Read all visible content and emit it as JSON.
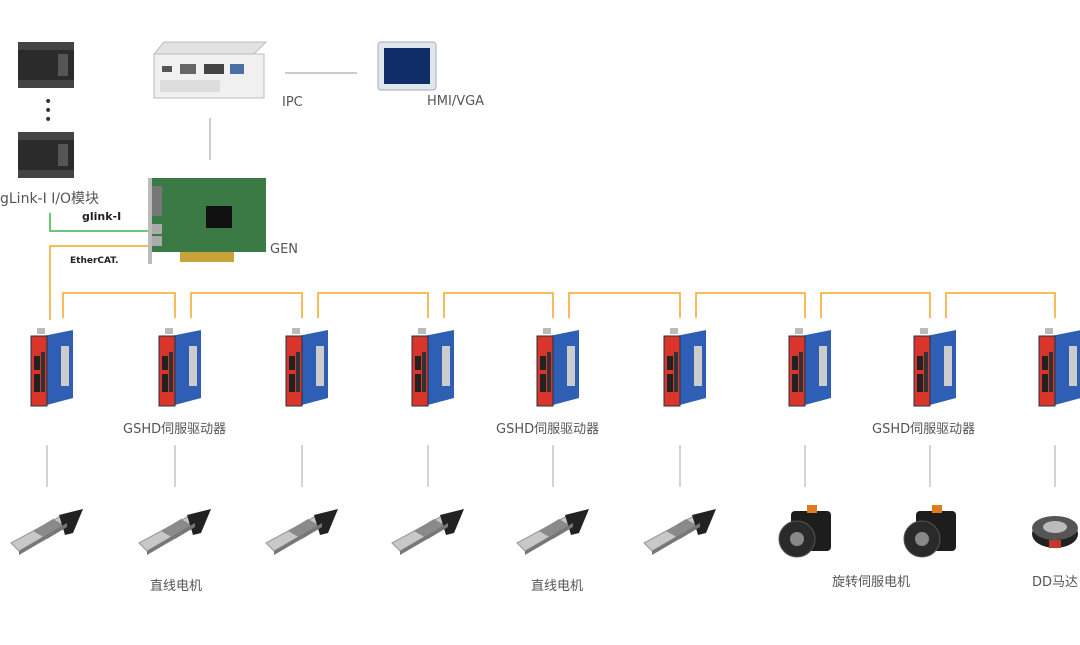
{
  "top": {
    "io_label": "gLink-I I/O模块",
    "ipc_label": "IPC",
    "hmi_label": "HMI/VGA",
    "gen_label": "GEN",
    "glink_logo": "glink-Ⅰ",
    "ethercat_logo": "EtherCAT."
  },
  "drivers": {
    "label": "GSHD伺服驱动器",
    "count": 9
  },
  "motor_labels": {
    "linear_a": "直线电机",
    "linear_b": "直线电机",
    "rotary": "旋转伺服电机",
    "dd": "DD马达"
  },
  "colors": {
    "ethercat_line": "#f5a623",
    "glink_line": "#3cb44b",
    "gray_line": "#999999",
    "driver_red": "#d9352a",
    "driver_blue": "#2f5fb5"
  }
}
